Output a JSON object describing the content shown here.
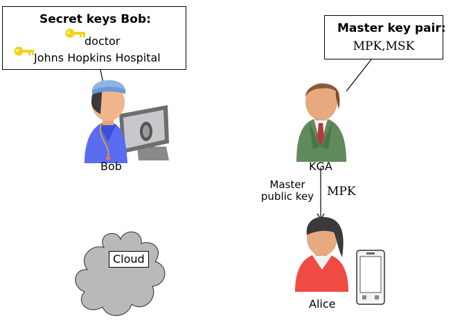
{
  "bob_secret_keys": {
    "title": "Secret keys Bob:",
    "keys": [
      "doctor",
      "Johns Hopkins Hospital"
    ]
  },
  "kga_master_keys": {
    "title": "Master key pair:",
    "pair": "MPK,MSK"
  },
  "actors": {
    "bob": "Bob",
    "kga": "KGA",
    "alice": "Alice"
  },
  "arrow": {
    "label_line1": "Master",
    "label_line2": "public key",
    "math_label": "MPK"
  },
  "cloud": {
    "label": "Cloud"
  },
  "colors": {
    "key": "#f2d21a",
    "bob_shirt": "#5b6cf0",
    "kga_suit": "#5f8a5c",
    "alice_shirt": "#ee4b44",
    "cloud": "#b9b9bb"
  }
}
